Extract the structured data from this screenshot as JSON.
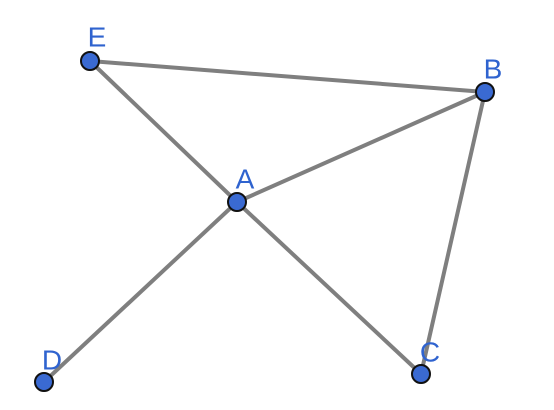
{
  "diagram": {
    "colors": {
      "edge": "#7f7f7f",
      "vertex_fill": "#3a6ad2",
      "vertex_stroke": "#111111",
      "label": "#2f63cf",
      "background": "#ffffff"
    },
    "vertices": [
      {
        "id": "A",
        "label": "A"
      },
      {
        "id": "B",
        "label": "B"
      },
      {
        "id": "C",
        "label": "C"
      },
      {
        "id": "D",
        "label": "D"
      },
      {
        "id": "E",
        "label": "E"
      }
    ],
    "edges": [
      {
        "from": "E",
        "to": "B"
      },
      {
        "from": "E",
        "to": "A"
      },
      {
        "from": "A",
        "to": "B"
      },
      {
        "from": "A",
        "to": "C"
      },
      {
        "from": "A",
        "to": "D"
      },
      {
        "from": "B",
        "to": "C"
      }
    ]
  }
}
